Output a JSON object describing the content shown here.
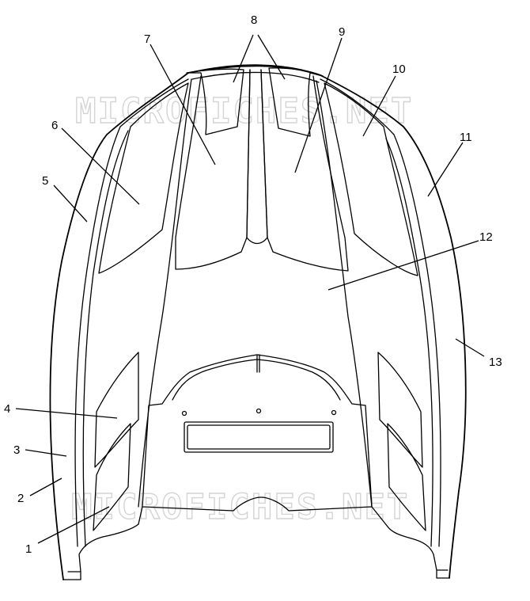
{
  "watermark": {
    "text": "MICROFICHES.NET"
  },
  "callouts": [
    "1",
    "2",
    "3",
    "4",
    "5",
    "6",
    "7",
    "8",
    "9",
    "10",
    "11",
    "12",
    "13"
  ],
  "colors": {
    "line": "#000000",
    "watermark": "#d4d4d4",
    "background": "#ffffff"
  }
}
